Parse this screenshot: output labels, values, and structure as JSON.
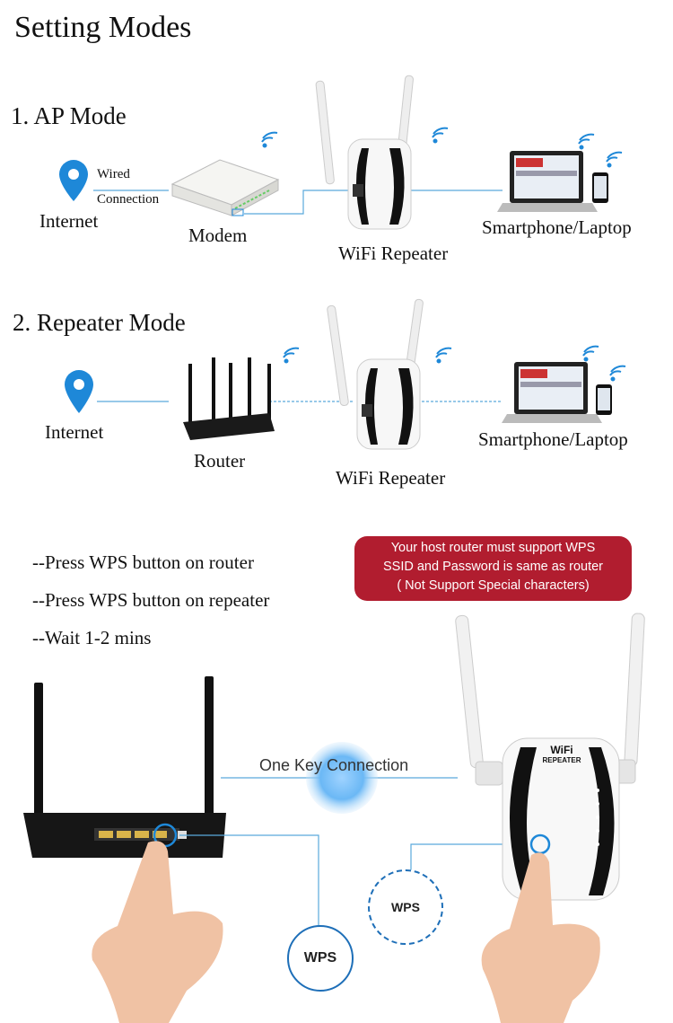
{
  "title": "Setting Modes",
  "ap_mode": {
    "heading": "1. AP Mode",
    "internet": "Internet",
    "wired_line1": "Wired",
    "wired_line2": "Connection",
    "modem": "Modem",
    "repeater": "WiFi Repeater",
    "devices": "Smartphone/Laptop"
  },
  "repeater_mode": {
    "heading": "2. Repeater Mode",
    "internet": "Internet",
    "router": "Router",
    "repeater": "WiFi Repeater",
    "devices": "Smartphone/Laptop"
  },
  "steps": [
    "--Press WPS button on router",
    "--Press WPS button on repeater",
    "--Wait 1-2 mins"
  ],
  "notice": [
    "Your host router must support WPS",
    "SSID and Password is same as router",
    "( Not Support Special characters)"
  ],
  "one_key": "One Key Connection",
  "wps_router": "WPS",
  "wps_repeater": "WPS",
  "device_logo": {
    "line1": "WiFi",
    "line2": "REPEATER"
  },
  "colors": {
    "accent_blue": "#1e88d8",
    "notice_red": "#b11d2f",
    "line_blue": "#5aa9dc"
  }
}
